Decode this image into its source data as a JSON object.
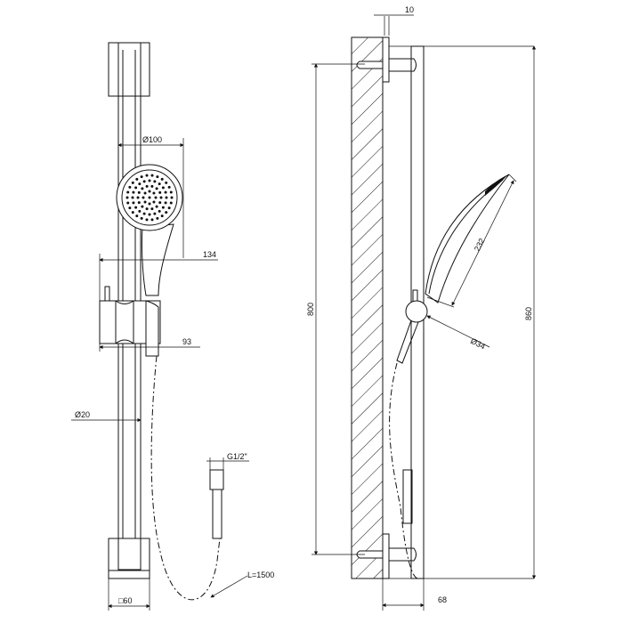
{
  "front_view": {
    "head_diameter": "Ø100",
    "projection": "134",
    "holder_projection": "93",
    "rail_diameter": "Ø20",
    "connector_thread": "G1/2\"",
    "hose_length": "L=1500",
    "bracket_size": "□60"
  },
  "side_view": {
    "plate_thickness": "10",
    "bracket_spacing": "800",
    "overall_height": "860",
    "handshower_length": "232",
    "holder_diameter": "Ø34",
    "wall_distance": "68"
  }
}
